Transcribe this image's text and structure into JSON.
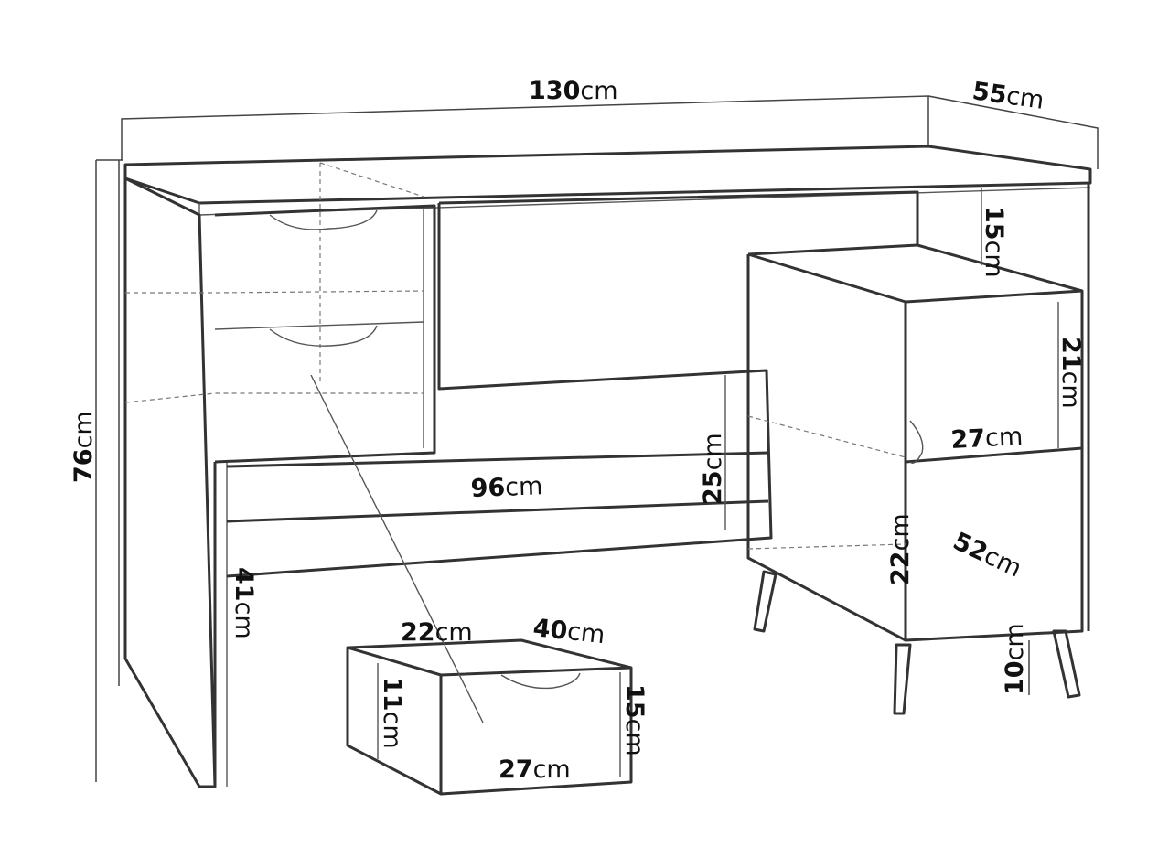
{
  "unit": "cm",
  "dimensions": {
    "desk_width": "130",
    "desk_depth": "55",
    "desk_height": "76",
    "top_shelf_height": "15",
    "cabinet_shelf_height": "21",
    "cabinet_shelf_width": "27",
    "back_panel_height": "25",
    "back_panel_width": "96",
    "cabinet_lower_height": "22",
    "cabinet_depth": "52",
    "leg_clearance": "41",
    "leg_height": "10",
    "drawer_width": "22",
    "drawer_depth": "40",
    "drawer_inner_height": "11",
    "drawer_height": "15",
    "drawer_front_width": "27"
  }
}
